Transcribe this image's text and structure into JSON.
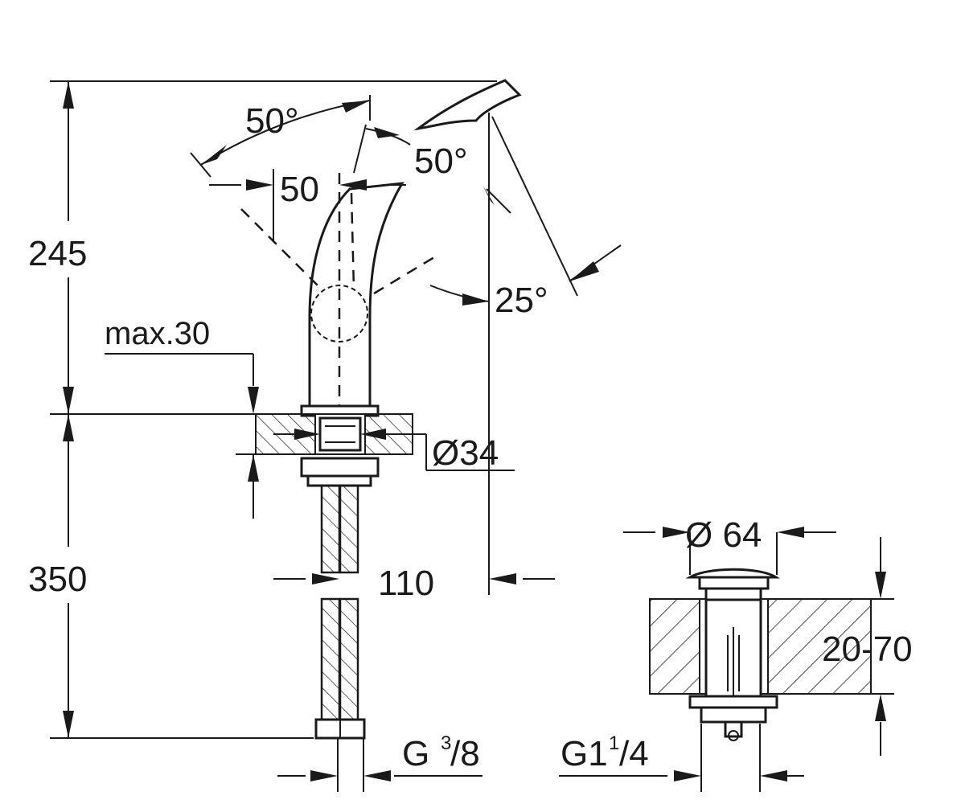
{
  "dimensions": {
    "angle_left": "50°",
    "angle_right": "50°",
    "offset_50": "50",
    "height_245": "245",
    "max_30": "max.30",
    "angle_25": "25°",
    "dia_34": "Ø34",
    "length_350": "350",
    "reach_110": "110",
    "thread_g": "G",
    "thread_g_num": "3",
    "thread_g_den": "/8",
    "dia_64": "Ø 64",
    "range_20_70": "20-70",
    "thread_g1": "G1",
    "thread_g1_num": "1",
    "thread_g1_den": "/4"
  }
}
